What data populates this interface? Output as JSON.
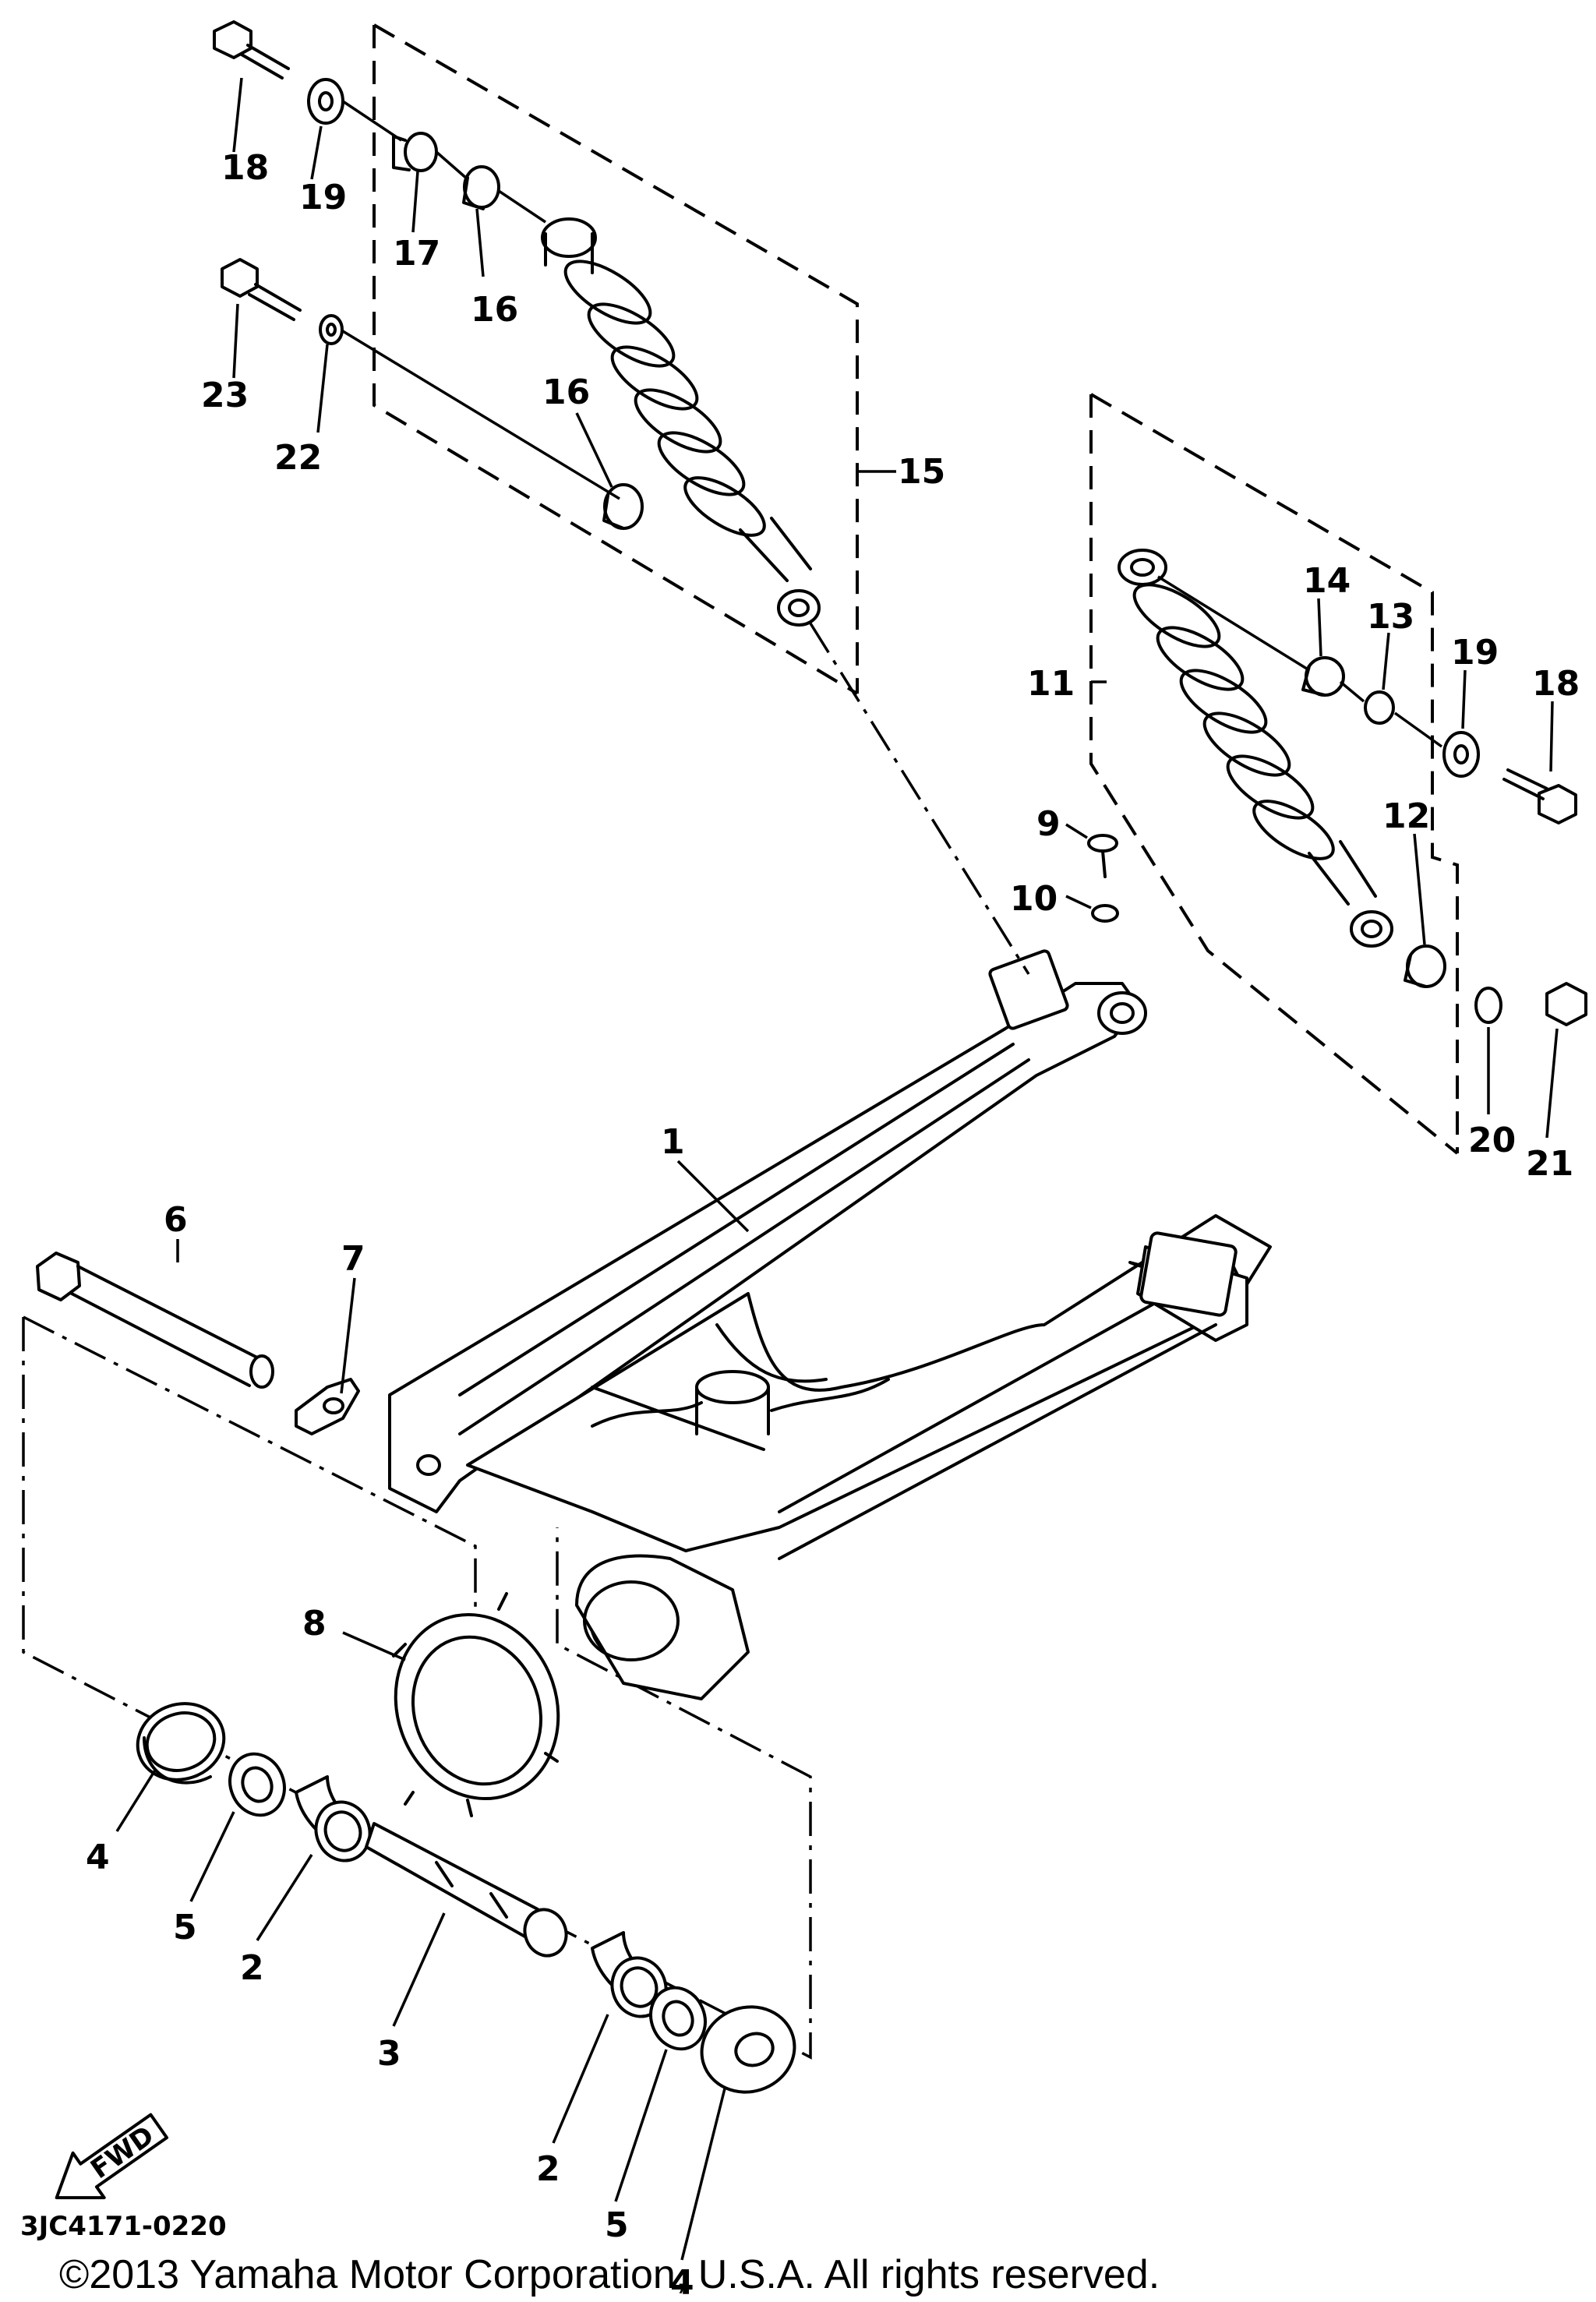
{
  "diagram": {
    "part_code": "3JC4171-0220",
    "copyright": "©2013 Yamaha Motor Corporation, U.S.A. All rights reserved.",
    "direction_label": "FWD",
    "callouts": {
      "c1": "1",
      "c2a": "2",
      "c2b": "2",
      "c3": "3",
      "c4a": "4",
      "c4b": "4",
      "c5a": "5",
      "c5b": "5",
      "c6": "6",
      "c7": "7",
      "c8": "8",
      "c9": "9",
      "c10": "10",
      "c11": "11",
      "c12": "12",
      "c13": "13",
      "c14": "14",
      "c15": "15",
      "c16a": "16",
      "c16b": "16",
      "c17": "17",
      "c18a": "18",
      "c18b": "18",
      "c19a": "19",
      "c19b": "19",
      "c20": "20",
      "c21": "21",
      "c22": "22",
      "c23": "23"
    }
  }
}
